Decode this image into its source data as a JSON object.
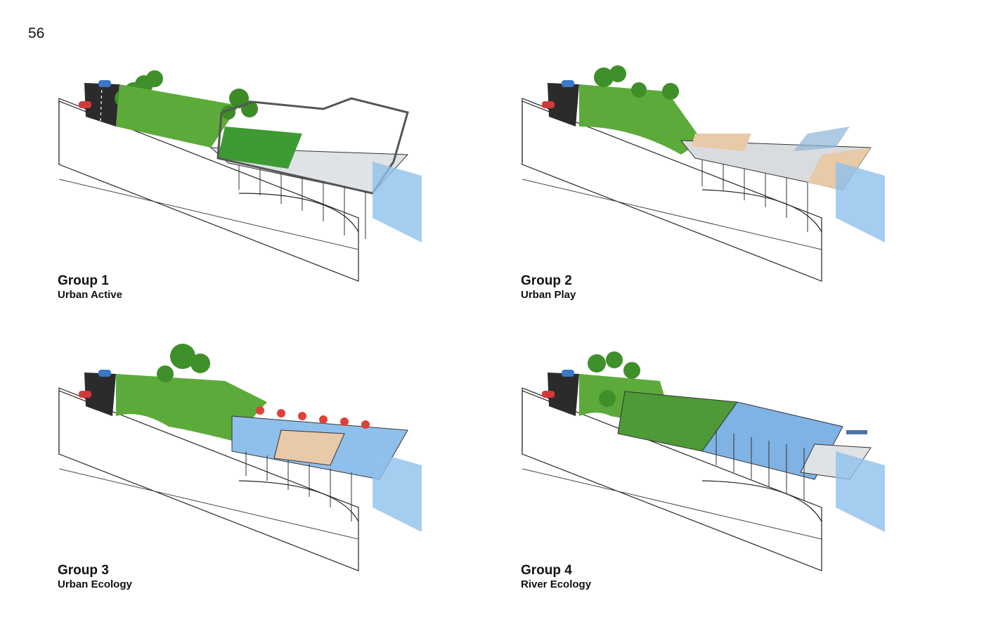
{
  "page": {
    "number": "56"
  },
  "panels": [
    {
      "title": "Group 1",
      "subtitle": "Urban Active"
    },
    {
      "title": "Group 2",
      "subtitle": "Urban Play"
    },
    {
      "title": "Group 3",
      "subtitle": "Urban Ecology"
    },
    {
      "title": "Group 4",
      "subtitle": "River Ecology"
    }
  ],
  "colors": {
    "grass": "#5cab3a",
    "grass_dark": "#3e8a26",
    "tree": "#3f8f2a",
    "water": "#8fc0ec",
    "water_dark": "#4f8fd6",
    "road": "#2b2b2b",
    "line": "#222222",
    "plaza": "#d9dcdf",
    "deck": "#e8c9a8",
    "umbrella": "#e0403a",
    "car_red": "#d23a3a",
    "car_blue": "#3a78c8"
  }
}
